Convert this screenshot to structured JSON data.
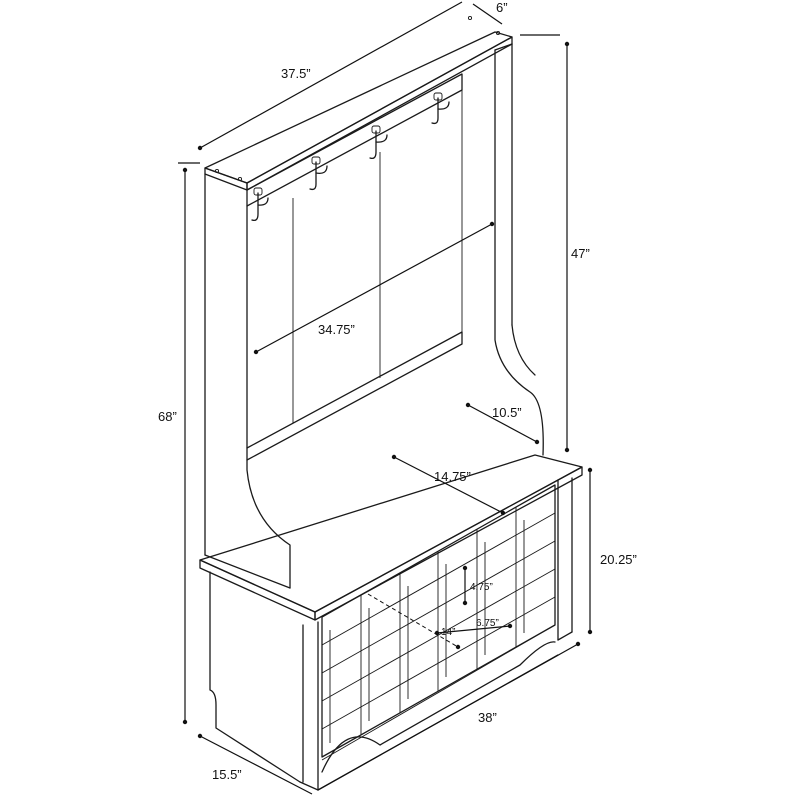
{
  "dimensions": {
    "top_width": "37.5”",
    "top_depth": "6”",
    "upper_height": "47”",
    "total_height": "68”",
    "inner_width": "34.75”",
    "side_depth": "10.5”",
    "seat_depth": "14.75”",
    "bench_height": "20.25”",
    "cubby_height": "4.75”",
    "cubby_width": "6.75”",
    "cubby_depth": "14”",
    "bottom_width": "38”",
    "bottom_depth": "15.5”"
  }
}
